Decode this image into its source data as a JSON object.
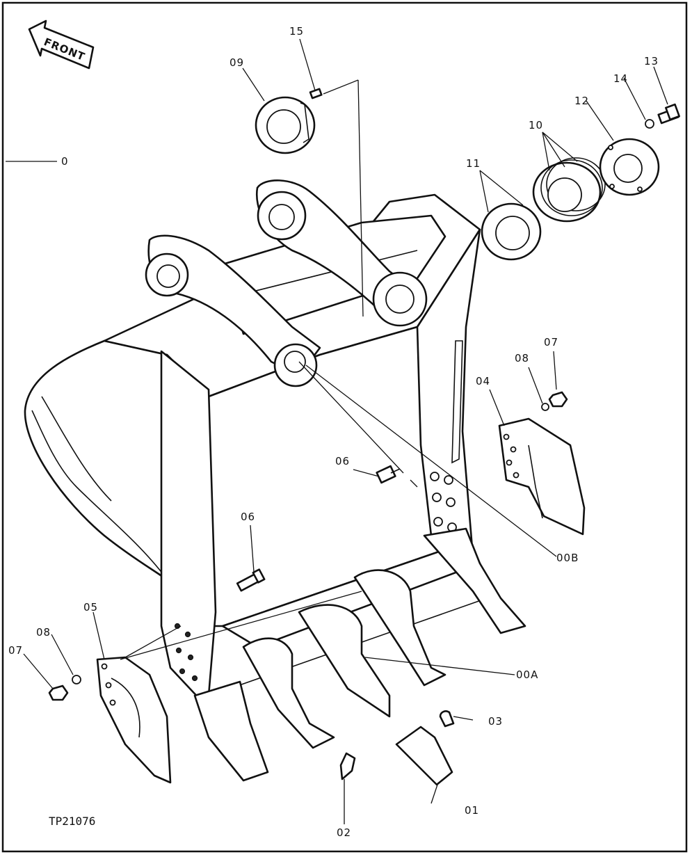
{
  "figure_code": "TP21076",
  "front_label": "FRONT",
  "callouts": {
    "c0": "0",
    "c00A": "00A",
    "c00B": "00B",
    "c01": "01",
    "c02": "02",
    "c03": "03",
    "c04": "04",
    "c05": "05",
    "c06a": "06",
    "c06b": "06",
    "c07a": "07",
    "c07b": "07",
    "c08a": "08",
    "c08b": "08",
    "c09": "09",
    "c10": "10",
    "c11": "11",
    "c12": "12",
    "c13": "13",
    "c14": "14",
    "c15": "15"
  }
}
